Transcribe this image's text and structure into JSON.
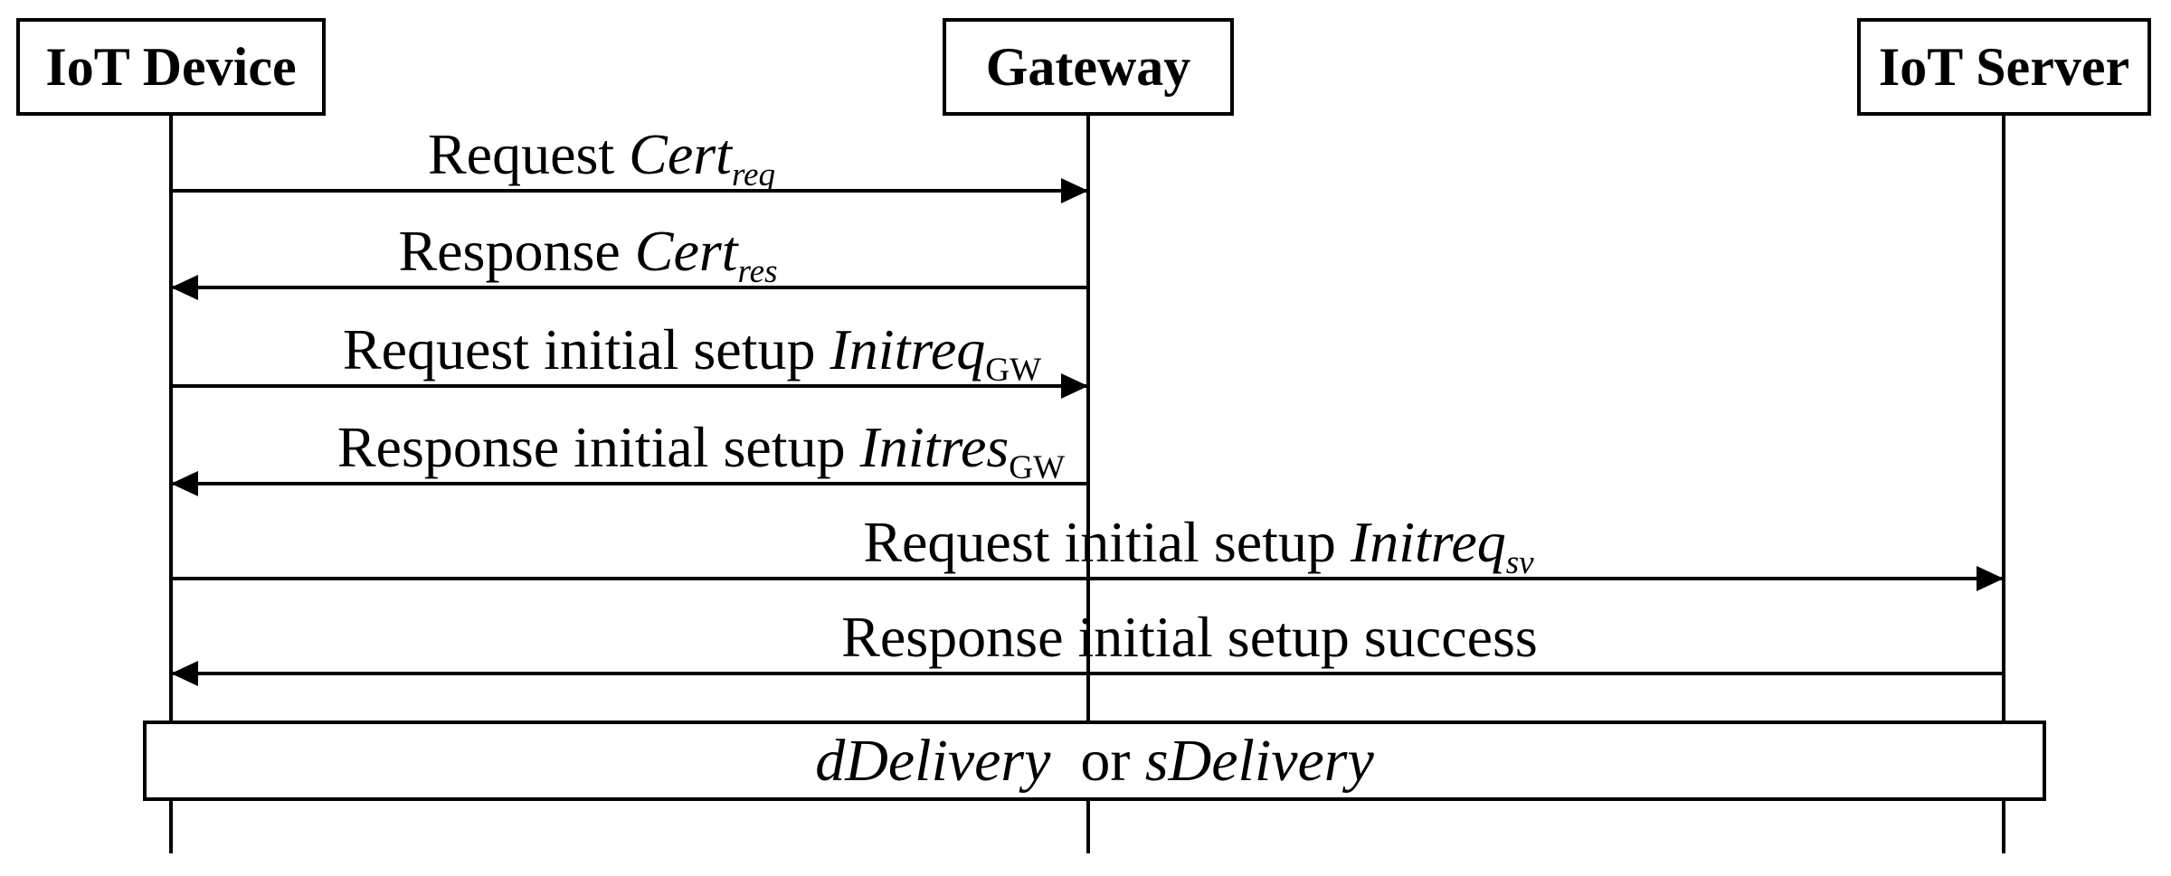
{
  "diagram": {
    "title_hint": "IoT initial setup sequence diagram",
    "colors": {
      "line": "#000000",
      "background": "#ffffff",
      "text": "#000000"
    },
    "actors": [
      {
        "id": "iot-device",
        "label": "IoT Device"
      },
      {
        "id": "gateway",
        "label": "Gateway"
      },
      {
        "id": "iot-server",
        "label": "IoT Server"
      }
    ],
    "messages": [
      {
        "from": "iot-device",
        "to": "gateway",
        "parts": [
          {
            "t": "Request ",
            "s": "r"
          },
          {
            "t": "Cert",
            "s": "i"
          },
          {
            "t": "req",
            "s": "isub"
          }
        ]
      },
      {
        "from": "gateway",
        "to": "iot-device",
        "parts": [
          {
            "t": "Response ",
            "s": "r"
          },
          {
            "t": "Cert",
            "s": "i"
          },
          {
            "t": "res",
            "s": "isub"
          }
        ]
      },
      {
        "from": "iot-device",
        "to": "gateway",
        "parts": [
          {
            "t": "Request initial setup ",
            "s": "r"
          },
          {
            "t": "Initreq",
            "s": "i"
          },
          {
            "t": "GW",
            "s": "rsub"
          }
        ]
      },
      {
        "from": "gateway",
        "to": "iot-device",
        "parts": [
          {
            "t": "Response initial setup ",
            "s": "r"
          },
          {
            "t": "Initres",
            "s": "i"
          },
          {
            "t": "GW",
            "s": "rsub"
          }
        ]
      },
      {
        "from": "iot-device",
        "to": "iot-server",
        "parts": [
          {
            "t": "Request initial setup ",
            "s": "r"
          },
          {
            "t": "Initreq",
            "s": "i"
          },
          {
            "t": "sv",
            "s": "isub"
          }
        ]
      },
      {
        "from": "iot-server",
        "to": "iot-device",
        "parts": [
          {
            "t": "Response initial setup success",
            "s": "r"
          }
        ]
      }
    ],
    "delivery_band": {
      "parts": [
        {
          "t": "dDelivery",
          "s": "i"
        },
        {
          "t": "  or ",
          "s": "r"
        },
        {
          "t": "sDelivery",
          "s": "i"
        }
      ]
    }
  }
}
